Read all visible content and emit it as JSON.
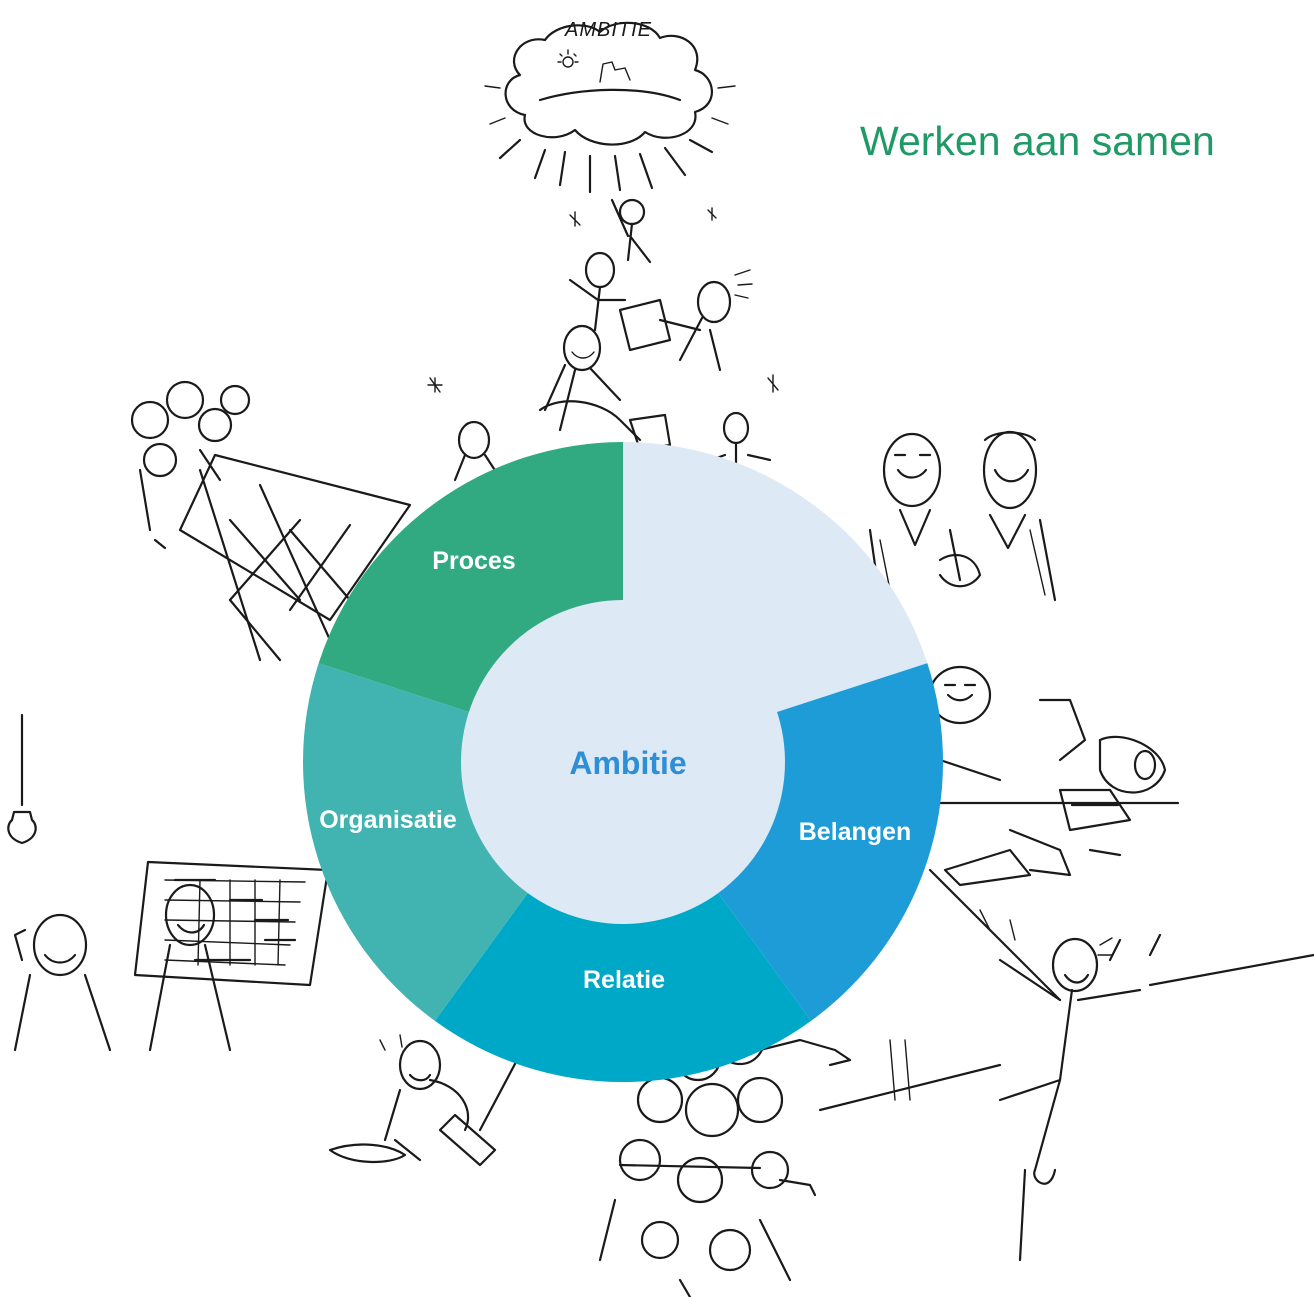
{
  "title": "Werken aan samen",
  "center": {
    "label": "Ambitie"
  },
  "segments": [
    {
      "key": "ambitie",
      "label": ""
    },
    {
      "key": "belangen",
      "label": "Belangen"
    },
    {
      "key": "relatie",
      "label": "Relatie"
    },
    {
      "key": "organisatie",
      "label": "Organisatie"
    },
    {
      "key": "proces",
      "label": "Proces"
    }
  ],
  "illustrations": {
    "cloud_text": "AMBITIE"
  },
  "colors": {
    "title": "#1f9a66",
    "center_text": "#2f8fd6",
    "ambitie": "#dde9f5",
    "belangen": "#1e9cd7",
    "relatie": "#00a8c8",
    "organisatie": "#41b3b0",
    "proces": "#31aa82",
    "center_fill": "#dde9f5"
  }
}
